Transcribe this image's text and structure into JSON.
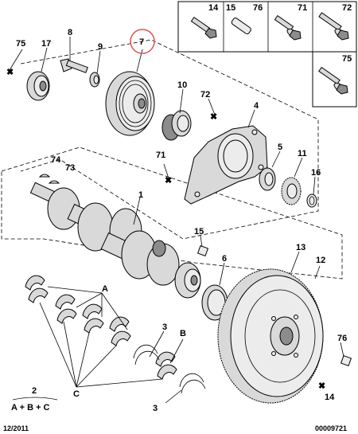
{
  "parts": {
    "p1": "1",
    "p2": "2",
    "p3a": "3",
    "p3b": "3",
    "p4": "4",
    "p5": "5",
    "p6": "6",
    "p7": "7",
    "p8": "8",
    "p9": "9",
    "p10": "10",
    "p11": "11",
    "p12": "12",
    "p13": "13",
    "p14": "14",
    "p15": "15",
    "p16": "16",
    "p17": "17",
    "p71": "71",
    "p72": "72",
    "p73": "73",
    "p74": "74",
    "p75": "75",
    "p76": "76"
  },
  "legend_boxes": {
    "b14": "14",
    "b15": "15",
    "b76": "76",
    "b71": "71",
    "b72": "72",
    "b75": "75"
  },
  "groups": {
    "A": "A",
    "B": "B",
    "C": "C"
  },
  "formula": "A + B + C",
  "footer": {
    "date": "12/2011",
    "code": "00009721"
  },
  "highlight_color": "#d9534f"
}
